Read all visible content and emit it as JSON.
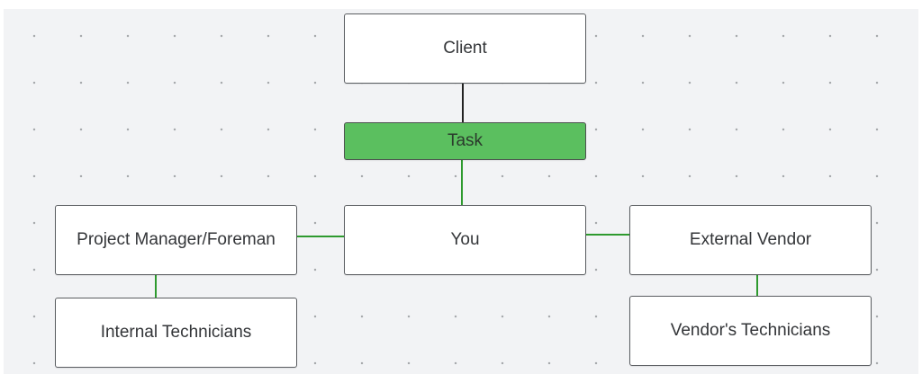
{
  "colors": {
    "canvas_background": "#f2f3f5",
    "grid_dot": "#a8aaad",
    "task_fill": "#5bbf5f",
    "node_border": "#5a5d61",
    "line_black": "#222222",
    "line_green": "#2e9a2e"
  },
  "nodes": {
    "client": "Client",
    "task": "Task",
    "you": "You",
    "pm": "Project Manager/Foreman",
    "internal": "Internal Technicians",
    "vendor": "External Vendor",
    "vendor_techs": "Vendor's Technicians"
  }
}
